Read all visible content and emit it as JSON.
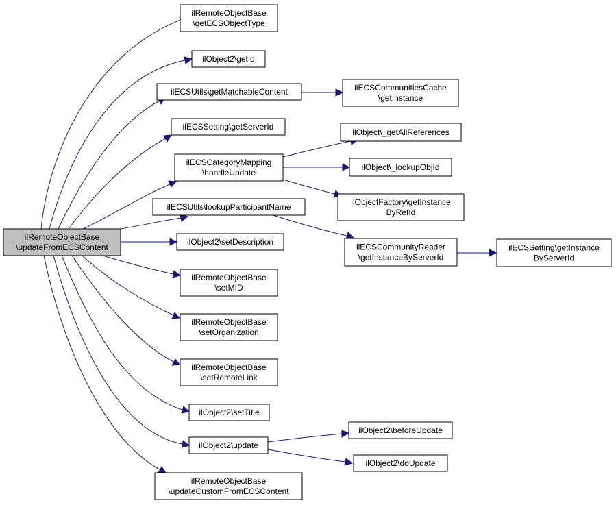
{
  "colors": {
    "edge": "#191970",
    "node_fill": "#ffffff",
    "root_fill": "#bfbfbf",
    "node_border": "#000000"
  },
  "nodes": {
    "root": [
      "ilRemoteObjectBase",
      "\\updateFromECSContent"
    ],
    "getECSObjectType": [
      "ilRemoteObjectBase",
      "\\getECSObjectType"
    ],
    "getId": [
      "ilObject2\\getId"
    ],
    "getMatchableContent": [
      "ilECSUtils\\getMatchableContent"
    ],
    "communitiesCache": [
      "ilECSCommunitiesCache",
      "\\getInstance"
    ],
    "getServerId": [
      "ilECSSetting\\getServerId"
    ],
    "handleUpdate": [
      "ilECSCategoryMapping",
      "\\handleUpdate"
    ],
    "getAllReferences": [
      "ilObject\\_getAllReferences"
    ],
    "lookupObjId": [
      "ilObject\\_lookupObjId"
    ],
    "getInstanceByRefId": [
      "ilObjectFactory\\getInstance",
      "ByRefId"
    ],
    "lookupParticipantName": [
      "ilECSUtils\\lookupParticipantName"
    ],
    "communityReader": [
      "ilECSCommunityReader",
      "\\getInstanceByServerId"
    ],
    "settingGetInstance": [
      "ilECSSetting\\getInstance",
      "ByServerId"
    ],
    "setDescription": [
      "ilObject2\\setDescription"
    ],
    "setMID": [
      "ilRemoteObjectBase",
      "\\setMID"
    ],
    "setOrganization": [
      "ilRemoteObjectBase",
      "\\setOrganization"
    ],
    "setRemoteLink": [
      "ilRemoteObjectBase",
      "\\setRemoteLink"
    ],
    "setTitle": [
      "ilObject2\\setTitle"
    ],
    "update": [
      "ilObject2\\update"
    ],
    "beforeUpdate": [
      "ilObject2\\beforeUpdate"
    ],
    "doUpdate": [
      "ilObject2\\doUpdate"
    ],
    "updateCustom": [
      "ilRemoteObjectBase",
      "\\updateCustomFromECSContent"
    ]
  }
}
